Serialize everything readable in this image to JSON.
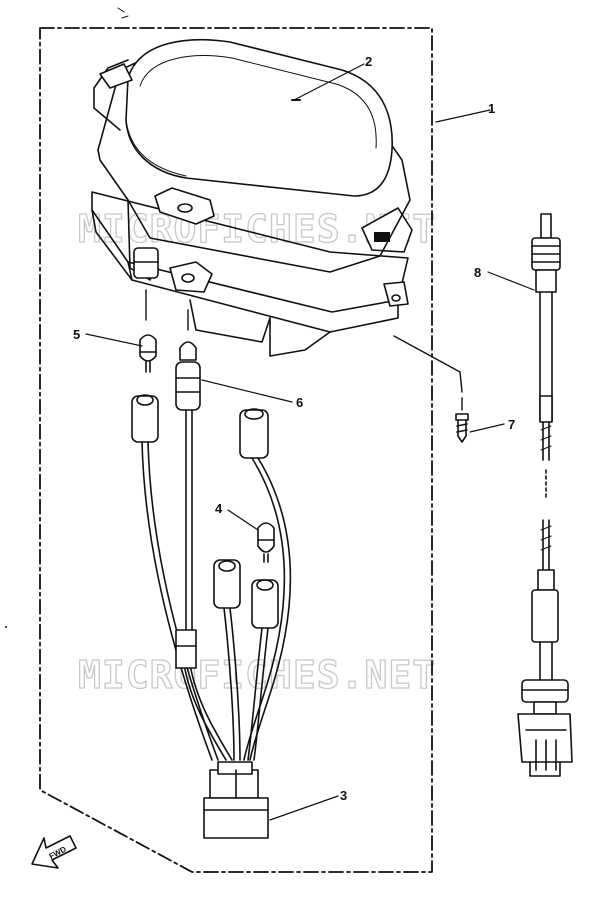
{
  "watermark": "MICROFICHES.NET",
  "fwd_label": "FWD",
  "callouts": [
    {
      "id": "1",
      "label": "1"
    },
    {
      "id": "2",
      "label": "2"
    },
    {
      "id": "3",
      "label": "3"
    },
    {
      "id": "4",
      "label": "4"
    },
    {
      "id": "5",
      "label": "5"
    },
    {
      "id": "6",
      "label": "6"
    },
    {
      "id": "7",
      "label": "7"
    },
    {
      "id": "8",
      "label": "8"
    }
  ],
  "colors": {
    "line": "#111111",
    "watermark": "#c8c8c8",
    "background": "#ffffff"
  }
}
